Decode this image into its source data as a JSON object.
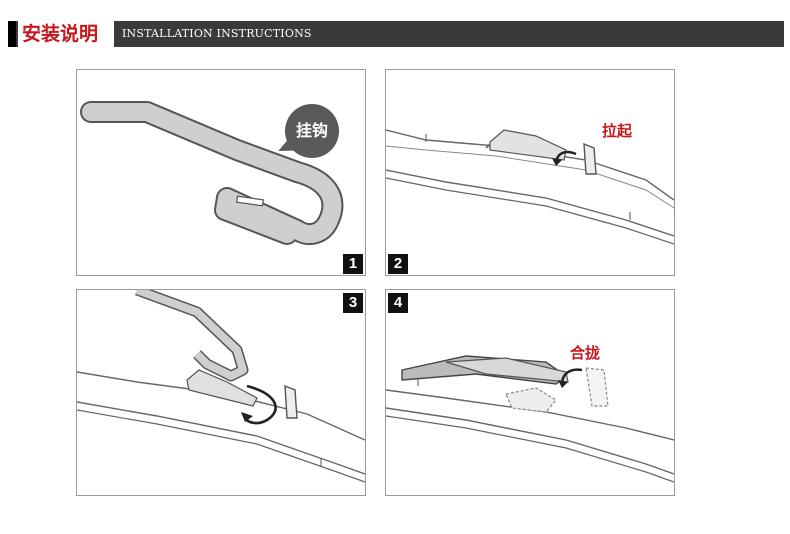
{
  "header": {
    "title_cn": "安装说明",
    "title_en": "INSTALLATION INSTRUCTIONS"
  },
  "steps": [
    {
      "number": "1",
      "label": "挂钩"
    },
    {
      "number": "2",
      "label": "拉起"
    },
    {
      "number": "3",
      "label": ""
    },
    {
      "number": "4",
      "label": "合拢"
    }
  ],
  "colors": {
    "accent_red": "#c8161d",
    "header_dark": "#3a3a3a",
    "arm_fill": "#cfcfcf",
    "bubble_gray": "#5a5a5a"
  }
}
